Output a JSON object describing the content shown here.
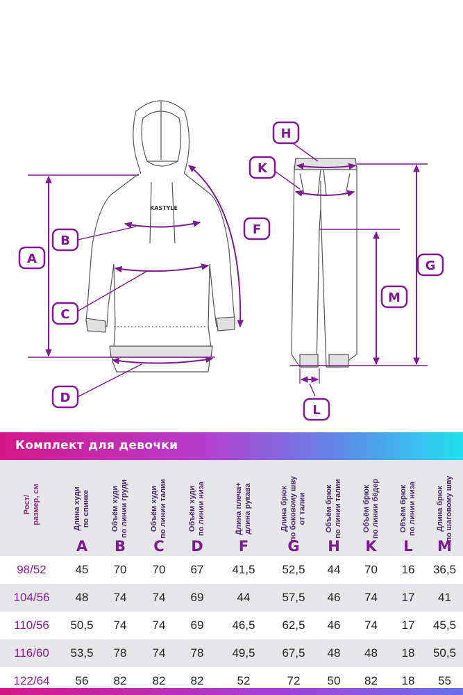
{
  "diagram": {
    "brand_label": "KASTYLE",
    "measure_labels": [
      "A",
      "B",
      "C",
      "D",
      "F",
      "G",
      "H",
      "K",
      "L",
      "M"
    ],
    "accent_color": "#7c1a8f",
    "line_color": "#555555"
  },
  "banner": {
    "title": "Комплект для девочки",
    "gradient": [
      "#d4178a",
      "#22e0f0"
    ]
  },
  "table": {
    "size_header": "Рост/\nразмер, см",
    "columns": [
      {
        "letter": "A",
        "label": "Длина худи\nпо спинке"
      },
      {
        "letter": "B",
        "label": "Объём худи\nпо линии груди"
      },
      {
        "letter": "C",
        "label": "Объём худи\nпо линии талии"
      },
      {
        "letter": "D",
        "label": "Объём худи\nпо линии низа"
      },
      {
        "letter": "F",
        "label": "Длина плеча+\nдлина рукава"
      },
      {
        "letter": "G",
        "label": "Длина брюк\nпо боковому шву\nот талии"
      },
      {
        "letter": "H",
        "label": "Объём брюк\nпо линии талии"
      },
      {
        "letter": "K",
        "label": "Объём брюк\nпо линии бёдер"
      },
      {
        "letter": "L",
        "label": "Объём брюк\nпо линии низа"
      },
      {
        "letter": "M",
        "label": "Длина брюк\nпо шаговому шву"
      }
    ],
    "rows": [
      {
        "size": "98/52",
        "values": [
          "45",
          "70",
          "70",
          "67",
          "41,5",
          "52,5",
          "44",
          "70",
          "16",
          "36,5"
        ]
      },
      {
        "size": "104/56",
        "values": [
          "48",
          "74",
          "74",
          "69",
          "44",
          "57,5",
          "46",
          "74",
          "17",
          "41"
        ]
      },
      {
        "size": "110/56",
        "values": [
          "50,5",
          "74",
          "74",
          "69",
          "46,5",
          "62,5",
          "46",
          "74",
          "17",
          "45,5"
        ]
      },
      {
        "size": "116/60",
        "values": [
          "53,5",
          "78",
          "74",
          "78",
          "49,5",
          "67,5",
          "48",
          "48",
          "18",
          "50,5"
        ]
      },
      {
        "size": "122/64",
        "values": [
          "56",
          "82",
          "82",
          "82",
          "52",
          "72",
          "50",
          "82",
          "18",
          "55"
        ]
      }
    ]
  }
}
